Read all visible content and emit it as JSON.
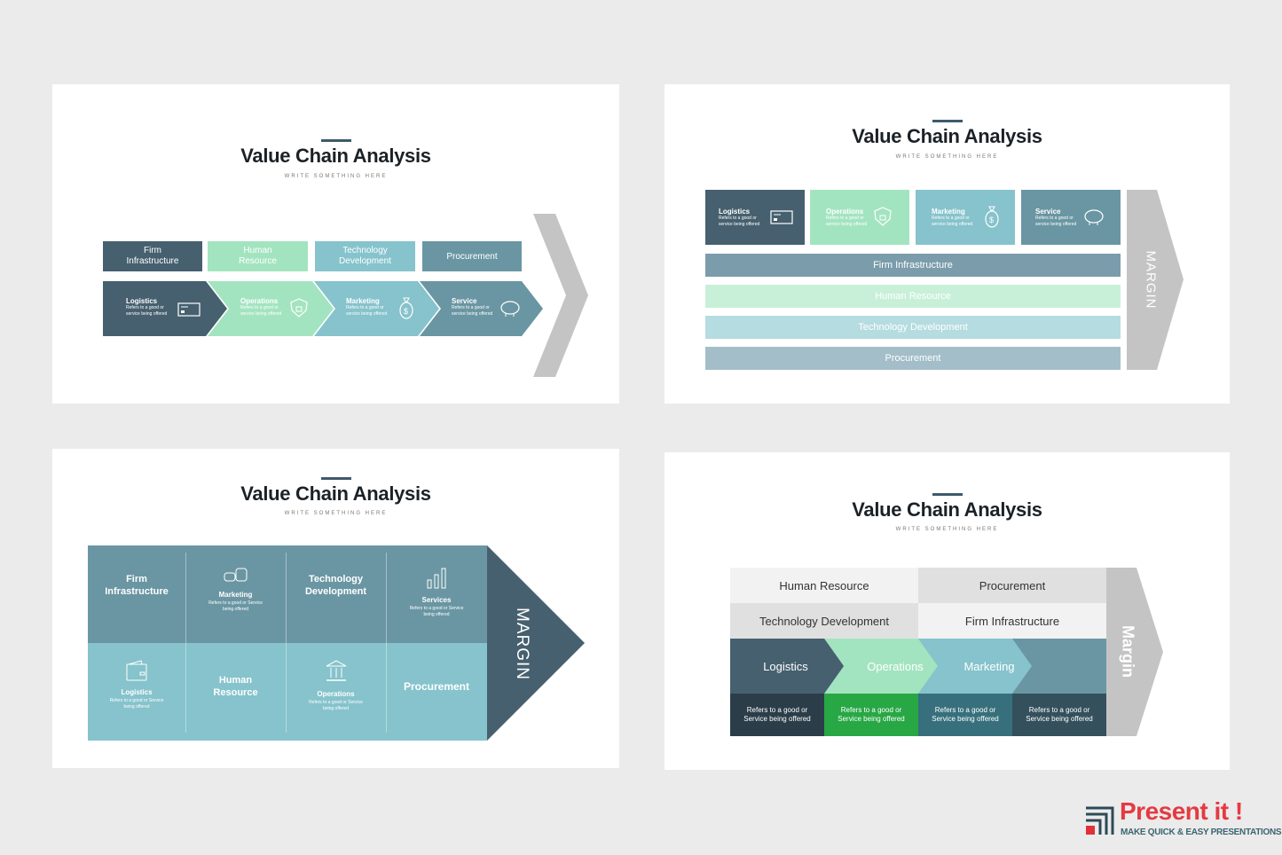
{
  "colors": {
    "background": "#ebebeb",
    "dark_slate": "#46606f",
    "mint": "#a3e4c0",
    "teal_light": "#86c3cc",
    "slate_blue": "#6a96a3",
    "grey_arrow": "#c4c4c4",
    "bright_green": "#28a745"
  },
  "slides": [
    {
      "title": "Value Chain Analysis",
      "subtitle": "WRITE SOMETHING HERE",
      "support": [
        "Firm Infrastructure",
        "Human Resource",
        "Technology Development",
        "Procurement"
      ],
      "primary": [
        {
          "title": "Logistics",
          "desc": "Refers to a good or service being offered",
          "icon": "credit-card-icon"
        },
        {
          "title": "Operations",
          "desc": "Refers to a good or service being offered",
          "icon": "shield-lock-icon"
        },
        {
          "title": "Marketing",
          "desc": "Refers to a good or service being offered",
          "icon": "money-bag-icon"
        },
        {
          "title": "Service",
          "desc": "Refers to a good or service being offered",
          "icon": "piggy-bank-icon"
        }
      ]
    },
    {
      "title": "Value Chain Analysis",
      "subtitle": "WRITE SOMETHING HERE",
      "primary": [
        {
          "title": "Logistics",
          "desc": "Refers to a good or service being offered",
          "icon": "credit-card-icon"
        },
        {
          "title": "Operations",
          "desc": "Refers to a good or service being offered",
          "icon": "shield-lock-icon"
        },
        {
          "title": "Marketing",
          "desc": "Refers to a good or service being offered",
          "icon": "money-bag-icon"
        },
        {
          "title": "Service",
          "desc": "Refers to a good or service being offered",
          "icon": "piggy-bank-icon"
        }
      ],
      "support": [
        "Firm Infrastructure",
        "Human Resource",
        "Technology Development",
        "Procurement"
      ],
      "margin": "MARGIN"
    },
    {
      "title": "Value Chain Analysis",
      "subtitle": "WRITE SOMETHING HERE",
      "top_row": [
        {
          "title": "Firm Infrastructure"
        },
        {
          "title": "Marketing",
          "desc": "Refers to a good or Service being offered",
          "icon": "coins-icon"
        },
        {
          "title": "Technology Development"
        },
        {
          "title": "Services",
          "desc": "Refers to a good or Service being offered",
          "icon": "bar-chart-icon"
        }
      ],
      "bottom_row": [
        {
          "title": "Logistics",
          "desc": "Refers to a good or Service being offered",
          "icon": "wallet-icon"
        },
        {
          "title": "Human Resource"
        },
        {
          "title": "Operations",
          "desc": "Refers to a good or Service being offered",
          "icon": "bank-icon"
        },
        {
          "title": "Procurement"
        }
      ],
      "margin": "MARGIN"
    },
    {
      "title": "Value Chain Analysis",
      "subtitle": "WRITE SOMETHING HERE",
      "support_grid": [
        "Human Resource",
        "Procurement",
        "Technology Development",
        "Firm Infrastructure"
      ],
      "primary": [
        "Logistics",
        "Operations",
        "Marketing",
        ""
      ],
      "descs": [
        "Refers to a good or Service being offered",
        "Refers to a good or Service being offered",
        "Refers to a good or Service being offered",
        "Refers to a good or Service being offered"
      ],
      "margin": "Margin"
    }
  ],
  "brand": {
    "name": "Present it !",
    "tagline": "MAKE QUICK & EASY PRESENTATIONS"
  }
}
